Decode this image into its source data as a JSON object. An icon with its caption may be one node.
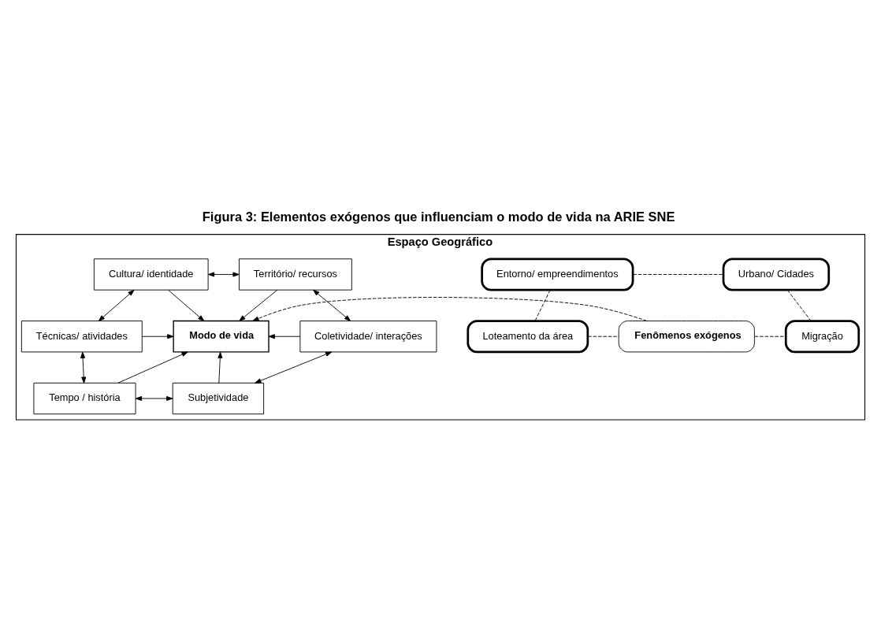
{
  "diagram": {
    "title": "Figura 3: Elementos exógenos que influenciam o modo de vida na ARIE SNE",
    "nodes": [
      {
        "text": [
          "Espaço Geográfico"
        ]
      },
      {
        "text": [
          "Entorno/ empreendimentos"
        ],
        "in": 0
      },
      {
        "text": [
          "Urbano/ Cidades"
        ],
        "in": 0
      },
      {
        "text": [
          "Cultura/ identidade"
        ],
        "in": 0
      },
      {
        "text": [
          "Território/ recursos"
        ],
        "in": 0
      },
      {
        "text": [
          "Técnicas/ atividades"
        ],
        "in": 0
      },
      {
        "text": [
          "Modo de vida"
        ],
        "in": 0
      },
      {
        "text": [
          "Coletividade/ interações"
        ],
        "in": 0
      },
      {
        "text": [
          "Tempo / história"
        ],
        "in": 0
      },
      {
        "text": [
          "Subjetividade"
        ],
        "in": 0
      },
      {
        "text": [
          "Loteamento da área"
        ],
        "in": 0
      },
      {
        "text": [
          "Fenômenos exógenos"
        ],
        "in": 0
      },
      {
        "text": [
          "Migração"
        ],
        "in": 0
      }
    ],
    "edges": [
      {
        "from": 1,
        "to": 2,
        "arrow": "none",
        "style": "dashed"
      },
      {
        "from": 1,
        "to": 10,
        "arrow": "none",
        "style": "dashed"
      },
      {
        "from": 2,
        "to": 12,
        "arrow": "none",
        "style": "dashed"
      },
      {
        "from": 3,
        "to": 4,
        "arrow": "both"
      },
      {
        "from": 3,
        "to": 6,
        "arrow": "to"
      },
      {
        "from": 4,
        "to": 6,
        "arrow": "to"
      },
      {
        "from": 3,
        "to": 5,
        "arrow": "both"
      },
      {
        "from": 4,
        "to": 7,
        "arrow": "both"
      },
      {
        "from": 5,
        "to": 6,
        "arrow": "to"
      },
      {
        "from": 7,
        "to": 6,
        "arrow": "to"
      },
      {
        "from": 5,
        "to": 8,
        "arrow": "both"
      },
      {
        "from": 7,
        "to": 9,
        "arrow": "both"
      },
      {
        "from": 8,
        "to": 6,
        "arrow": "to"
      },
      {
        "from": 9,
        "to": 6,
        "arrow": "to"
      },
      {
        "from": 8,
        "to": 9,
        "arrow": "both"
      },
      {
        "from": 11,
        "to": 6,
        "arrow": "to",
        "style": "dashed"
      },
      {
        "from": 10,
        "to": 11,
        "arrow": "none",
        "style": "dashed"
      },
      {
        "from": 11,
        "to": 12,
        "arrow": "none",
        "style": "dashed"
      }
    ]
  }
}
